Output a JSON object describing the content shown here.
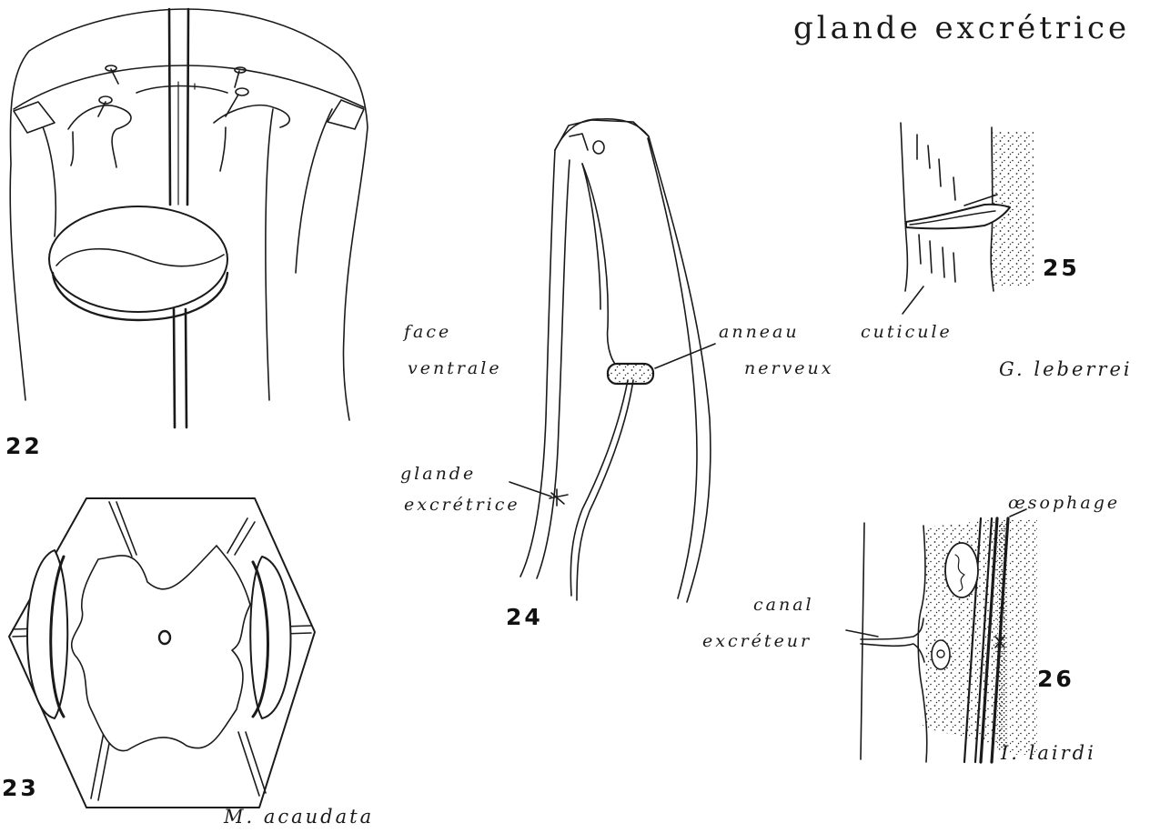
{
  "header": {
    "title": "glande excrétrice"
  },
  "figures": {
    "f22": {
      "number": "22"
    },
    "f23": {
      "number": "23",
      "species": "M. acaudata"
    },
    "f24": {
      "number": "24",
      "face_label_1": "face",
      "face_label_2": "ventrale",
      "ring_label_1": "anneau",
      "ring_label_2": "nerveux",
      "gland_label_1": "glande",
      "gland_label_2": "excrétrice"
    },
    "f25": {
      "number": "25",
      "label": "cuticule",
      "species": "G. leberrei"
    },
    "f26": {
      "number": "26",
      "oesophagus_label": "œsophage",
      "canal_label_1": "canal",
      "canal_label_2": "excréteur",
      "species": "I. lairdi"
    }
  },
  "colors": {
    "ink": "#1a1a1a",
    "paper": "#ffffff"
  }
}
